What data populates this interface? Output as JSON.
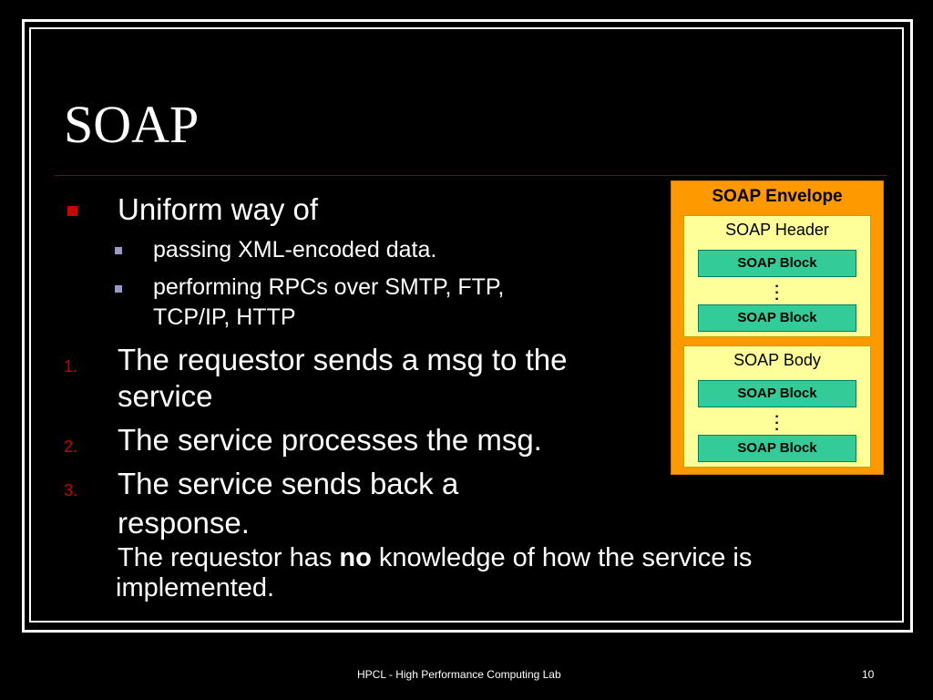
{
  "title": "SOAP",
  "bullets": {
    "main": "Uniform way of",
    "sub": [
      "passing XML-encoded data.",
      "performing RPCs over SMTP, FTP,",
      "TCP/IP, HTTP"
    ]
  },
  "steps": [
    {
      "num": "1.",
      "lines": [
        "The requestor sends a msg to the",
        "service"
      ]
    },
    {
      "num": "2.",
      "lines": [
        "The service processes the msg."
      ]
    },
    {
      "num": "3.",
      "lines": [
        "The service sends back a",
        "response."
      ]
    }
  ],
  "note": {
    "pre": "The requestor has ",
    "bold": "no",
    "post": " knowledge of how the service is",
    "line2": "implemented."
  },
  "diagram": {
    "envelope": "SOAP Envelope",
    "header": "SOAP Header",
    "body": "SOAP Body",
    "block": "SOAP Block",
    "colors": {
      "envelope": "#ff9900",
      "panel": "#ffff99",
      "block": "#33cc99"
    }
  },
  "footer": {
    "text": "HPCL - High Performance Computing Lab",
    "page": "10"
  }
}
